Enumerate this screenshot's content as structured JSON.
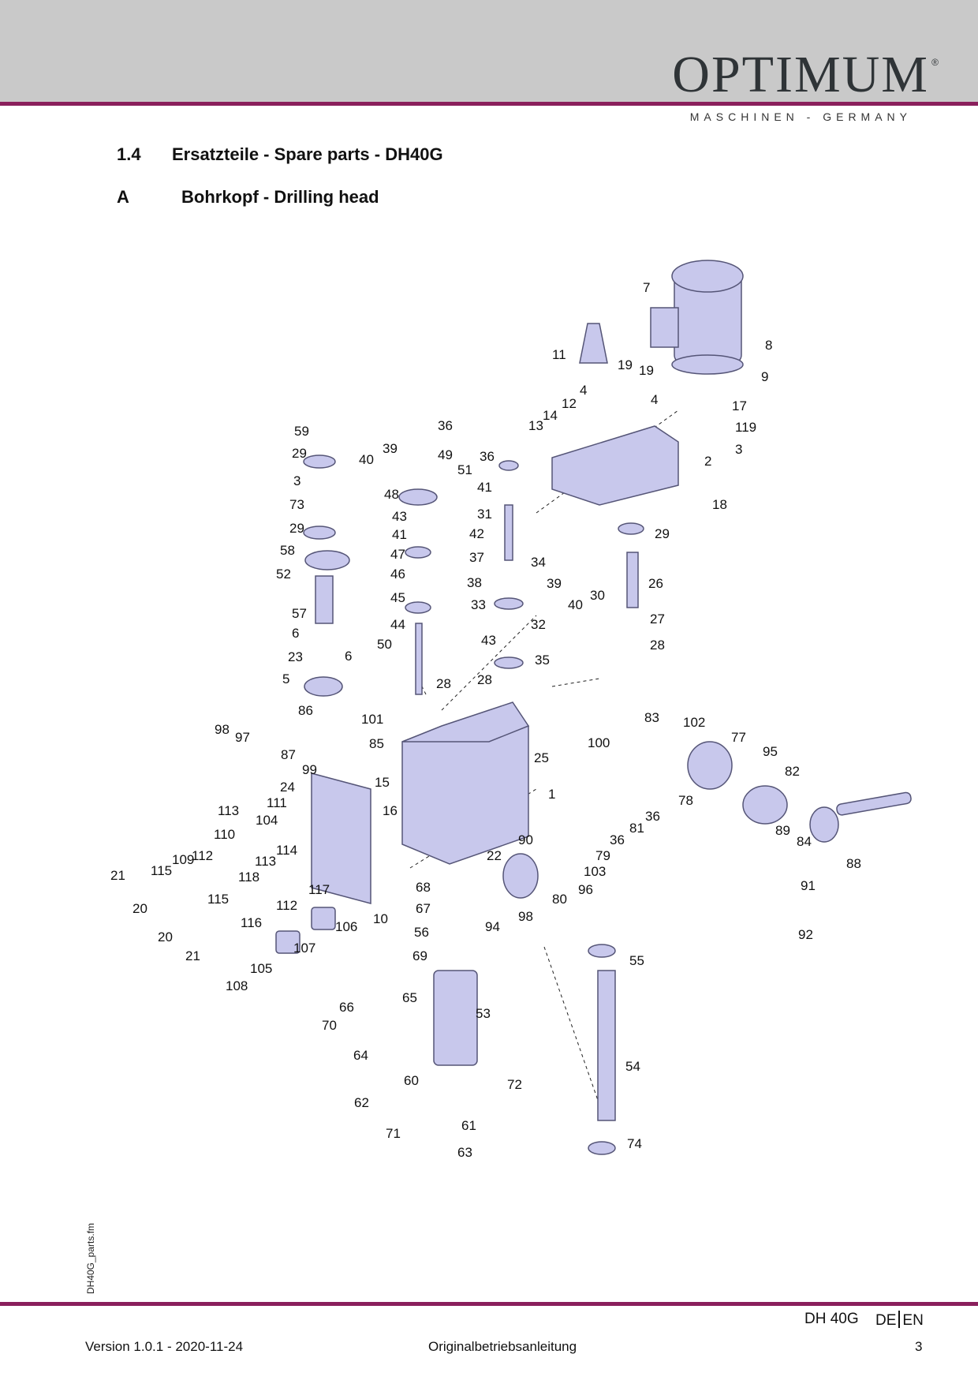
{
  "header": {
    "brand": "OPTIMUM",
    "registered": "®",
    "tagline": "MASCHINEN - GERMANY"
  },
  "section": {
    "number": "1.4",
    "title": "Ersatzteile - Spare parts - DH40G",
    "sub_letter": "A",
    "sub_title": "Bohrkopf - Drilling head"
  },
  "diagram": {
    "colors": {
      "part_fill": "#c8c8ec",
      "part_stroke": "#555577",
      "leader": "#222222"
    },
    "labels": [
      "7",
      "8",
      "9",
      "11",
      "19",
      "19",
      "4",
      "4",
      "12",
      "13",
      "14",
      "17",
      "119",
      "3",
      "2",
      "18",
      "59",
      "29",
      "3",
      "73",
      "29",
      "58",
      "52",
      "57",
      "6",
      "6",
      "23",
      "5",
      "39",
      "40",
      "36",
      "49",
      "51",
      "48",
      "43",
      "41",
      "47",
      "46",
      "45",
      "44",
      "50",
      "28",
      "36",
      "41",
      "31",
      "42",
      "37",
      "34",
      "38",
      "33",
      "39",
      "40",
      "32",
      "43",
      "35",
      "28",
      "30",
      "26",
      "27",
      "28",
      "29",
      "86",
      "98",
      "97",
      "87",
      "99",
      "101",
      "85",
      "83",
      "102",
      "100",
      "77",
      "95",
      "82",
      "25",
      "1",
      "24",
      "15",
      "16",
      "113",
      "111",
      "104",
      "110",
      "114",
      "113",
      "118",
      "117",
      "112",
      "109",
      "115",
      "21",
      "20",
      "115",
      "112",
      "116",
      "20",
      "21",
      "106",
      "107",
      "105",
      "108",
      "10",
      "90",
      "22",
      "79",
      "103",
      "80",
      "96",
      "94",
      "98",
      "68",
      "67",
      "56",
      "69",
      "65",
      "66",
      "70",
      "53",
      "64",
      "60",
      "72",
      "62",
      "71",
      "61",
      "63",
      "78",
      "36",
      "81",
      "36",
      "89",
      "84",
      "88",
      "91",
      "92",
      "55",
      "54",
      "74"
    ]
  },
  "footer": {
    "side_label": "DH40G_parts.fm",
    "model": "DH 40G",
    "lang_de": "DE",
    "lang_en": "EN",
    "version": "Version 1.0.1 - 2020-11-24",
    "document": "Originalbetriebsanleitung",
    "page": "3"
  }
}
